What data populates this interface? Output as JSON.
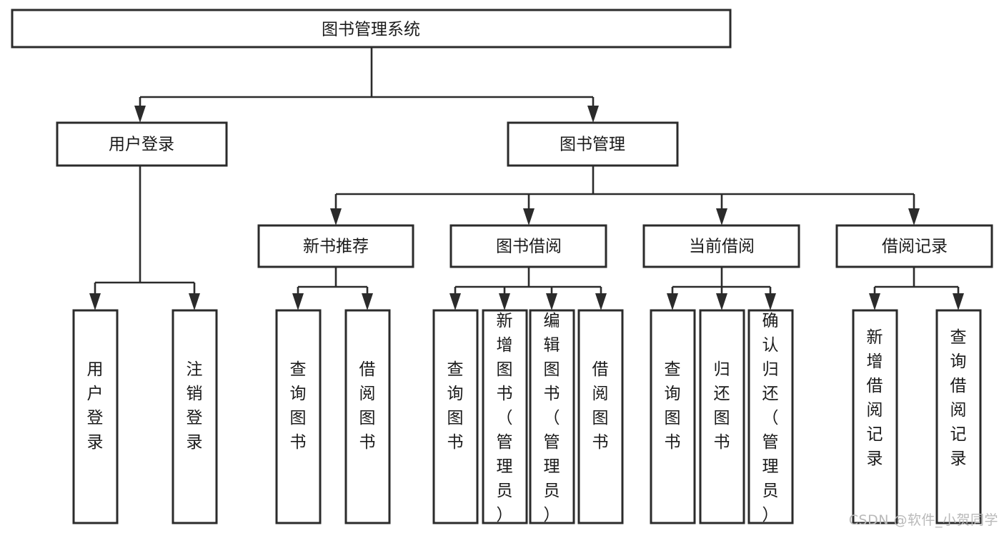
{
  "diagram": {
    "title": "图书管理系统",
    "type": "tree",
    "watermark": "CSDN @软件_小贺同学",
    "colors": {
      "box_stroke": "#2b2b2b",
      "box_fill": "#ffffff",
      "text": "#1a1a1a",
      "connector": "#2b2b2b",
      "watermark": "#b9b9b9",
      "background": "#ffffff"
    },
    "levels": {
      "root": {
        "label": "图书管理系统",
        "orientation": "horizontal"
      },
      "level2": [
        {
          "label": "用户登录",
          "orientation": "horizontal"
        },
        {
          "label": "图书管理",
          "orientation": "horizontal"
        }
      ],
      "level3": [
        {
          "label": "新书推荐",
          "orientation": "horizontal",
          "parent": "图书管理"
        },
        {
          "label": "图书借阅",
          "orientation": "horizontal",
          "parent": "图书管理"
        },
        {
          "label": "当前借阅",
          "orientation": "horizontal",
          "parent": "图书管理"
        },
        {
          "label": "借阅记录",
          "orientation": "horizontal",
          "parent": "图书管理"
        }
      ],
      "leaves": [
        {
          "label": "用户登录",
          "orientation": "vertical",
          "parent": "用户登录"
        },
        {
          "label": "注销登录",
          "orientation": "vertical",
          "parent": "用户登录"
        },
        {
          "label": "查询图书",
          "orientation": "vertical",
          "parent": "新书推荐"
        },
        {
          "label": "借阅图书",
          "orientation": "vertical",
          "parent": "新书推荐"
        },
        {
          "label": "查询图书",
          "orientation": "vertical",
          "parent": "图书借阅"
        },
        {
          "label": "新增图书（管理员）",
          "orientation": "vertical",
          "parent": "图书借阅"
        },
        {
          "label": "编辑图书（管理员）",
          "orientation": "vertical",
          "parent": "图书借阅"
        },
        {
          "label": "借阅图书",
          "orientation": "vertical",
          "parent": "图书借阅"
        },
        {
          "label": "查询图书",
          "orientation": "vertical",
          "parent": "当前借阅"
        },
        {
          "label": "归还图书",
          "orientation": "vertical",
          "parent": "当前借阅"
        },
        {
          "label": "确认归还（管理员）",
          "orientation": "vertical",
          "parent": "当前借阅"
        },
        {
          "label": "新增借阅记录",
          "orientation": "vertical",
          "parent": "借阅记录"
        },
        {
          "label": "查询借阅记录",
          "orientation": "vertical",
          "parent": "借阅记录"
        }
      ]
    }
  }
}
